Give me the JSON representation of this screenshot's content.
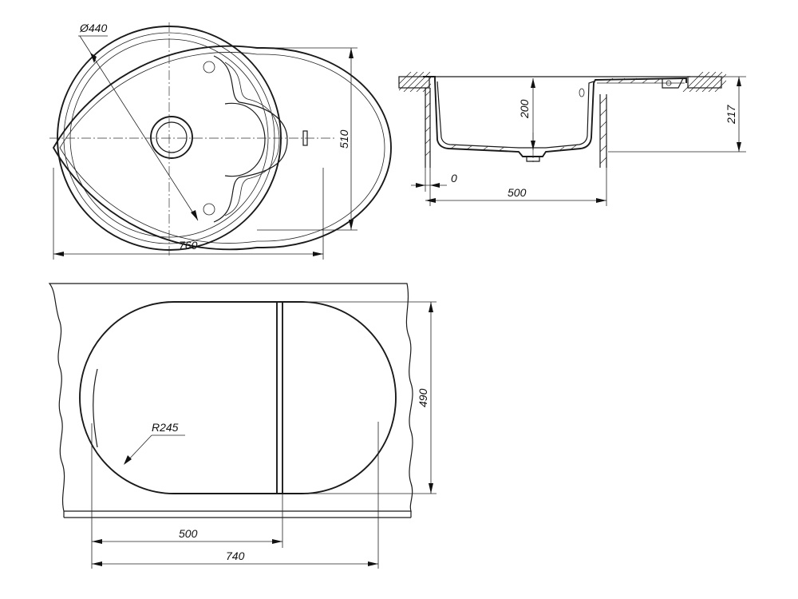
{
  "drawing": {
    "top_view": {
      "diameter_label": "Ø440",
      "width_label": "760",
      "height_label": "510"
    },
    "side_view": {
      "depth_label": "200",
      "total_depth_label": "217",
      "offset_label": "0",
      "bowl_width_label": "500"
    },
    "cutout_view": {
      "radius_label": "R245",
      "height_label": "490",
      "straight_label": "500",
      "total_width_label": "740"
    }
  }
}
